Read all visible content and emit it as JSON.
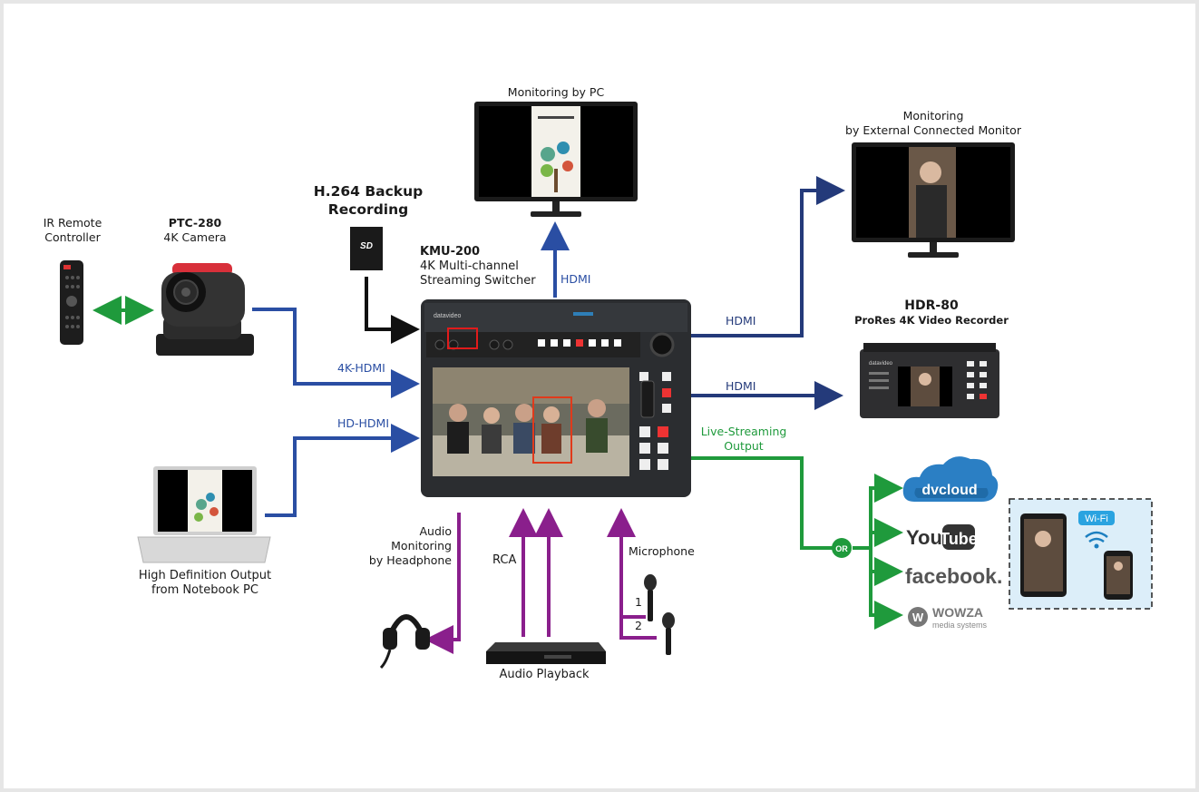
{
  "labels": {
    "monitor_pc": "Monitoring by PC",
    "monitor_ext_1": "Monitoring",
    "monitor_ext_2": "by External Connected Monitor",
    "ir_1": "IR Remote",
    "ir_2": "Controller",
    "ptc_title": "PTC-280",
    "ptc_sub": "4K Camera",
    "h264_1": "H.264 Backup",
    "h264_2": "Recording",
    "kmu_title": "KMU-200",
    "kmu_sub1": "4K Multi-channel",
    "kmu_sub2": "Streaming Switcher",
    "hdmi_top": "HDMI",
    "hdmi_right1": "HDMI",
    "hdmi_right2": "HDMI",
    "hdr_title": "HDR-80",
    "hdr_sub": "ProRes 4K Video Recorder",
    "in_4k": "4K-HDMI",
    "in_hd": "HD-HDMI",
    "live_1": "Live-Streaming",
    "live_2": "Output",
    "notebook_1": "High Definition Output",
    "notebook_2": "from Notebook PC",
    "audio_1": "Audio",
    "audio_2": "Monitoring",
    "audio_3": "by Headphone",
    "rca": "RCA",
    "mic": "Microphone",
    "mic1": "1",
    "mic2": "2",
    "playback": "Audio Playback",
    "or": "OR",
    "wifi": "Wi-Fi",
    "dvcloud": "dvcloud",
    "youtube_a": "You",
    "youtube_b": "Tube",
    "facebook": "facebook.",
    "wowza_a": "WOWZA",
    "wowza_b": "media systems",
    "sd": "SD",
    "datavideo": "datavideo"
  },
  "colors": {
    "blue": "#2a4ea3",
    "navy": "#243a7a",
    "green": "#1f9a3c",
    "purple": "#8a1f8c",
    "black": "#111111"
  }
}
